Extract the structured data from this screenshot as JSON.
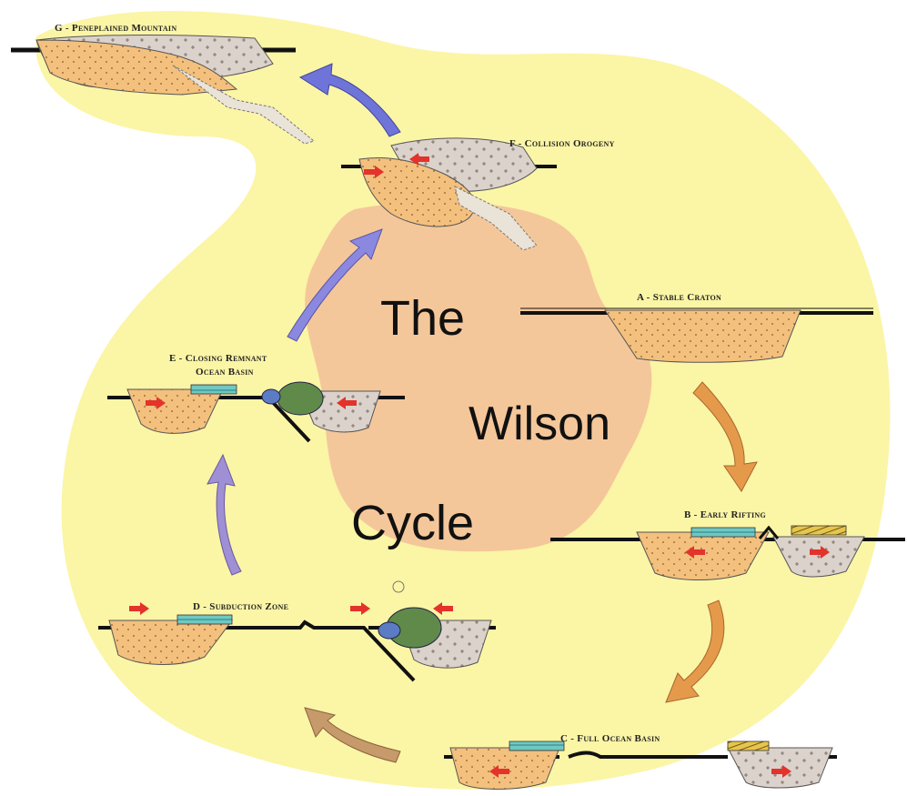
{
  "title": {
    "line1": "The",
    "line2": "Wilson",
    "line3": "Cycle"
  },
  "stages": {
    "a": "A - Stable Craton",
    "b": "B - Early Rifting",
    "c": "C - Full Ocean Basin",
    "d": "D - Subduction Zone",
    "e_line1": "E - Closing Remnant",
    "e_line2": "Ocean Basin",
    "f": "F - Collision Orogeny",
    "g": "G - Peneplained Mountain"
  },
  "colors": {
    "background_blob": "#fbf5a6",
    "center_blob": "#f4c79a",
    "continent_orange": "#f3c07e",
    "continent_gray": "#dcd2cc",
    "ocean_teal": "#6fc8c2",
    "sediment_yellow": "#e8c44a",
    "arrow_orange": "#e59a4b",
    "arrow_brown": "#c69a6b",
    "arrow_purple": "#9f8fd4",
    "arrow_blue": "#6f74d8",
    "push_red": "#e3332b",
    "lithosphere_black": "#111111"
  }
}
